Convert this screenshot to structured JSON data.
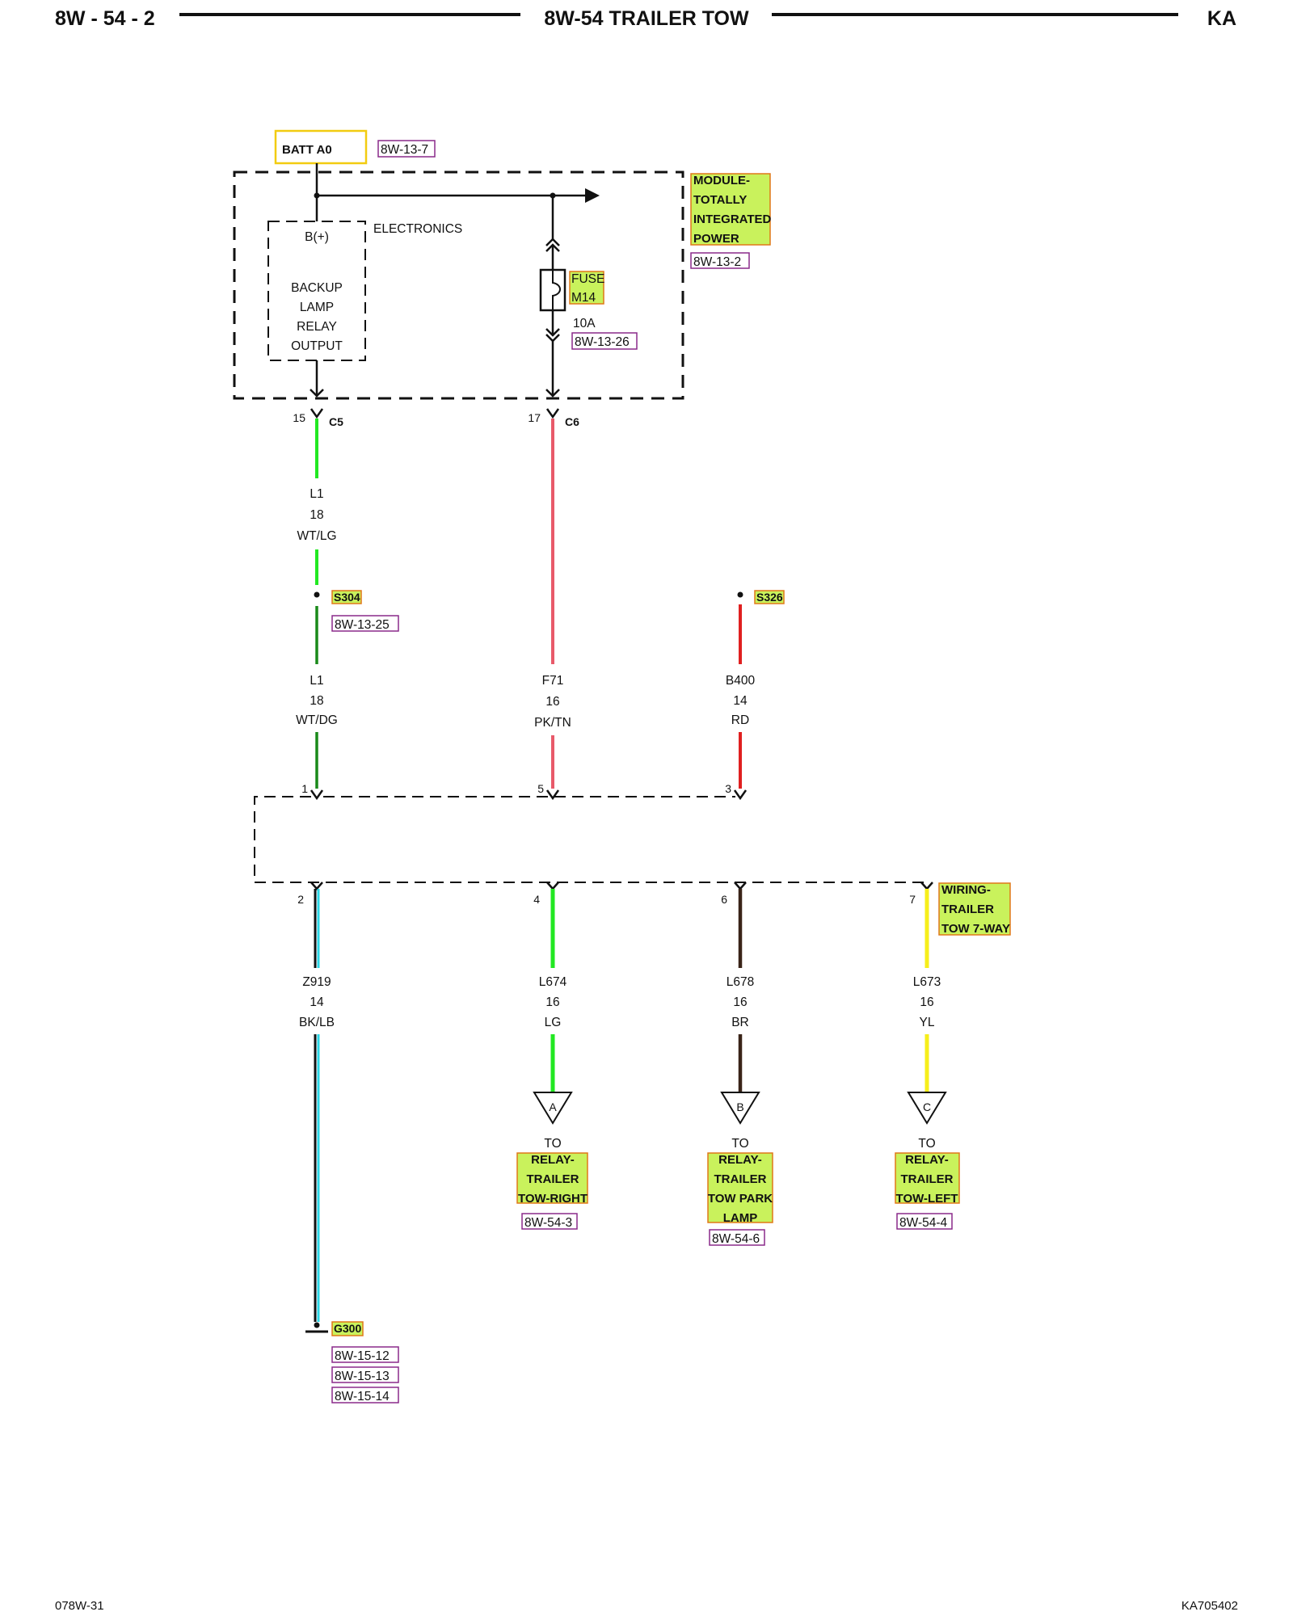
{
  "header": {
    "page_number": "8W - 54 - 2",
    "title": "8W-54 TRAILER TOW",
    "model": "KA"
  },
  "power_source": {
    "label": "BATT A0",
    "ref": "8W-13-7"
  },
  "module": {
    "name_lines": [
      "MODULE-",
      "TOTALLY",
      "INTEGRATED",
      "POWER"
    ],
    "ref": "8W-13-2",
    "electronics_label": "ELECTRONICS",
    "bplus": "B(+)",
    "relay_output_lines": [
      "BACKUP",
      "LAMP",
      "RELAY",
      "OUTPUT"
    ],
    "fuse": {
      "label": "FUSE",
      "number": "M14",
      "rating": "10A",
      "ref": "8W-13-26"
    }
  },
  "module_pins": [
    {
      "pin": "15",
      "connector": "C5"
    },
    {
      "pin": "17",
      "connector": "C6"
    }
  ],
  "wires": {
    "l1_upper": {
      "circuit": "L1",
      "gauge": "18",
      "color": "WT/LG"
    },
    "l1_lower": {
      "circuit": "L1",
      "gauge": "18",
      "color": "WT/DG"
    },
    "f71": {
      "circuit": "F71",
      "gauge": "16",
      "color": "PK/TN"
    },
    "b400": {
      "circuit": "B400",
      "gauge": "14",
      "color": "RD"
    },
    "z919": {
      "circuit": "Z919",
      "gauge": "14",
      "color": "BK/LB"
    },
    "l674": {
      "circuit": "L674",
      "gauge": "16",
      "color": "LG"
    },
    "l678": {
      "circuit": "L678",
      "gauge": "16",
      "color": "BR"
    },
    "l673": {
      "circuit": "L673",
      "gauge": "16",
      "color": "YL"
    }
  },
  "splices": {
    "s304": {
      "label": "S304",
      "ref": "8W-13-25"
    },
    "s326": {
      "label": "S326"
    }
  },
  "trailer_connector": {
    "name_lines": [
      "WIRING-",
      "TRAILER",
      "TOW 7-WAY"
    ],
    "top_pins": [
      "1",
      "5",
      "3"
    ],
    "bottom_pins": [
      "2",
      "4",
      "6",
      "7"
    ]
  },
  "destinations": [
    {
      "letter": "A",
      "to": "TO",
      "name_lines": [
        "RELAY-",
        "TRAILER",
        "TOW-RIGHT"
      ],
      "ref": "8W-54-3"
    },
    {
      "letter": "B",
      "to": "TO",
      "name_lines": [
        "RELAY-",
        "TRAILER",
        "TOW PARK",
        "LAMP"
      ],
      "ref": "8W-54-6"
    },
    {
      "letter": "C",
      "to": "TO",
      "name_lines": [
        "RELAY-",
        "TRAILER",
        "TOW-LEFT"
      ],
      "ref": "8W-54-4"
    }
  ],
  "ground": {
    "label": "G300",
    "refs": [
      "8W-15-12",
      "8W-15-13",
      "8W-15-14"
    ]
  },
  "footer": {
    "left": "078W-31",
    "right": "KA705402"
  },
  "colors": {
    "highlight": "#c9f25c",
    "highlight_border": "#e07818",
    "ref_border": "#8a2a8a",
    "wire_light_green": "#22e822",
    "wire_dark_green": "#1a8a1a",
    "wire_pink": "#e85a6a",
    "wire_red": "#e02020",
    "wire_cyan": "#2ad6e6",
    "wire_brown": "#3a2418",
    "wire_yellow": "#f6ee1a"
  }
}
